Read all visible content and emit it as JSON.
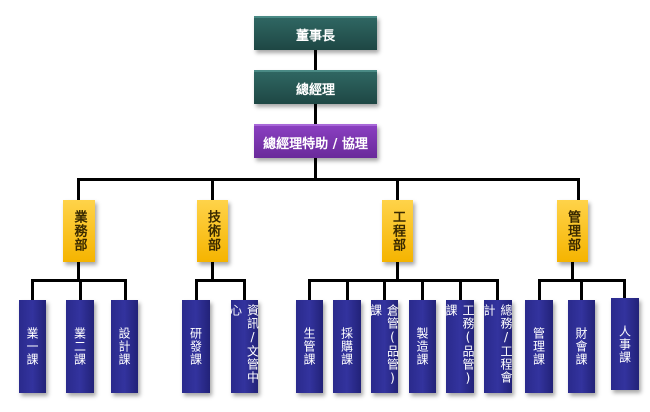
{
  "chairman": "董事長",
  "general_manager": "總經理",
  "assistant": "總經理特助 / 協理",
  "departments": [
    {
      "name": "業務部",
      "sections": [
        "業一課",
        "業二課",
        "設計課"
      ]
    },
    {
      "name": "技術部",
      "sections": [
        "研發課",
        "資訊/文管中心"
      ]
    },
    {
      "name": "工程部",
      "sections": [
        "生管課",
        "採購課",
        "倉管(品管)課",
        "製造課",
        "工務(品管)課",
        "總務/工程會計"
      ]
    },
    {
      "name": "管理部",
      "sections": [
        "管理課",
        "財會課",
        "人事課"
      ]
    }
  ],
  "colors": {
    "top": "#235250",
    "assistant": "#7a35ad",
    "department": "#f9c21a",
    "section": "#2d2d92"
  }
}
